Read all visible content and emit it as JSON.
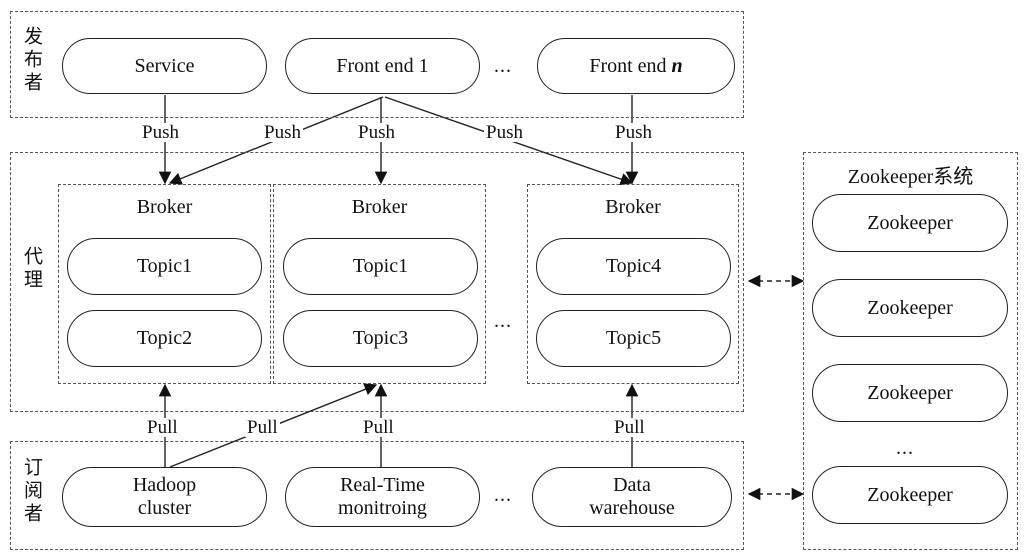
{
  "publishers": {
    "label": "发布者",
    "nodes": [
      "Service",
      "Front end 1",
      "Front end"
    ],
    "n_suffix": "n",
    "ellipsis": "..."
  },
  "brokers": {
    "label": "代理",
    "units": [
      {
        "title": "Broker",
        "topics": [
          "Topic1",
          "Topic2"
        ]
      },
      {
        "title": "Broker",
        "topics": [
          "Topic1",
          "Topic3"
        ]
      },
      {
        "title": "Broker",
        "topics": [
          "Topic4",
          "Topic5"
        ]
      }
    ],
    "ellipsis": "..."
  },
  "subscribers": {
    "label": "订阅者",
    "nodes": [
      "Hadoop\ncluster",
      "Real-Time\nmonitroing",
      "Data\nwarehouse"
    ],
    "ellipsis": "..."
  },
  "zookeeper": {
    "title": "Zookeeper系统",
    "nodes": [
      "Zookeeper",
      "Zookeeper",
      "Zookeeper",
      "Zookeeper"
    ],
    "ellipsis": "..."
  },
  "edges": {
    "push": "Push",
    "pull": "Pull"
  }
}
